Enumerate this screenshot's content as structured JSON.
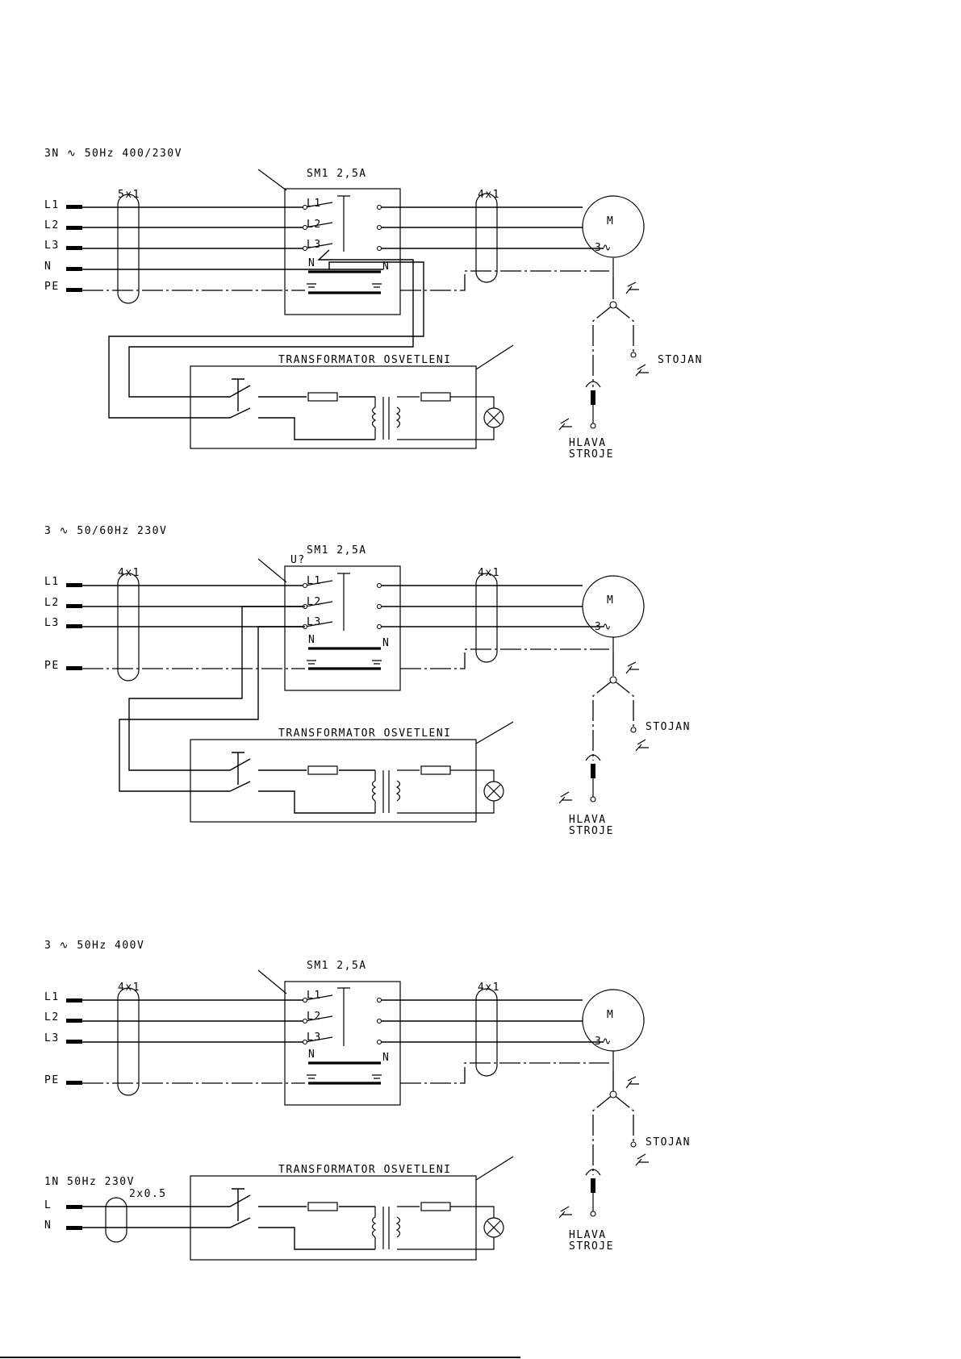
{
  "supply_labels": [
    "3N ∿ 50Hz   400/230V",
    "3  ∿ 50/60Hz 230V",
    "3  ∿ 50Hz 400V"
  ],
  "lighting_supply_label": "1N 50Hz 230V",
  "breaker_label": "SM1 2,5A",
  "breaker_ref": "U?",
  "transformer_label": "TRANSFORMATOR OSVETLENI",
  "motor_letter": "M",
  "motor_phase": "3∿",
  "cable_in": [
    "5x1",
    "4x1",
    "4x1"
  ],
  "cable_motor": "4x1",
  "cable_light": "2x0.5",
  "line_labels": {
    "s1": [
      "L1",
      "L2",
      "L3",
      "N",
      "PE"
    ],
    "s2": [
      "L1",
      "L2",
      "L3",
      "PE"
    ],
    "s3": [
      "L1",
      "L2",
      "L3",
      "PE"
    ],
    "s3_light": [
      "L",
      "N"
    ]
  },
  "breaker_poles": [
    "L1",
    "L2",
    "L3"
  ],
  "neutral_mark": "N",
  "stand_label": "STOJAN",
  "head_label_1": "HLAVA",
  "head_label_2": "STROJE",
  "icons": [
    "switch-icon",
    "fuse-icon",
    "transformer-coil-icon",
    "lamp-icon",
    "motor-icon",
    "ground-icon"
  ]
}
